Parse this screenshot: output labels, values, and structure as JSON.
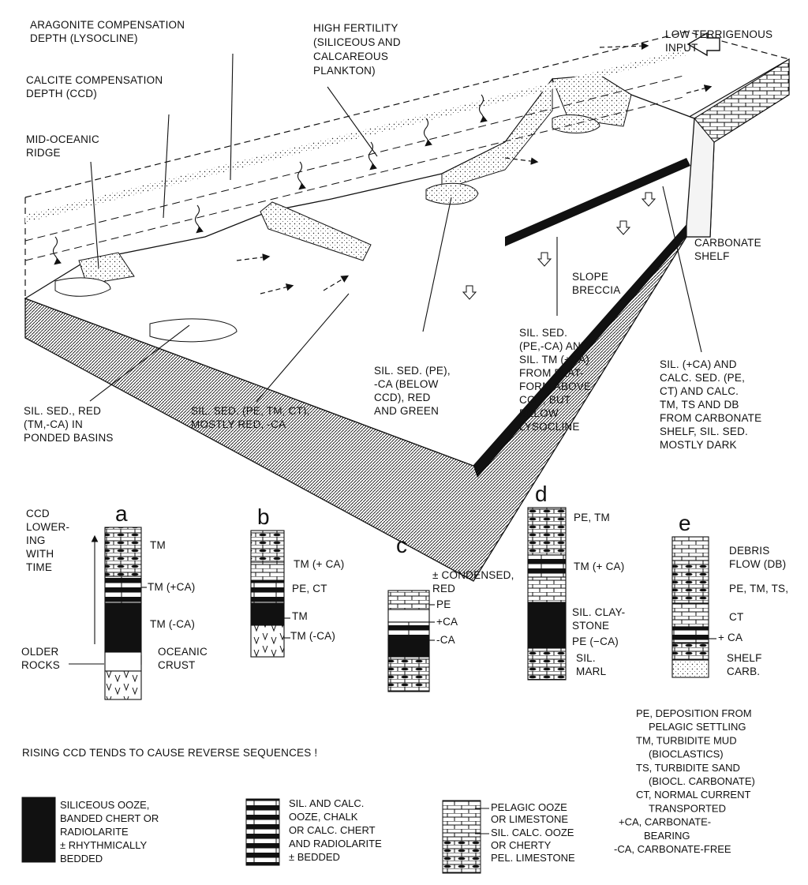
{
  "block_labels": {
    "aragonite": [
      "ARAGONITE COMPENSATION",
      "DEPTH (LYSOCLINE)"
    ],
    "calcite": [
      "CALCITE COMPENSATION",
      "DEPTH (CCD)"
    ],
    "ridge": [
      "MID-OCEANIC",
      "RIDGE"
    ],
    "fertility": [
      "HIGH FERTILITY",
      "(SILICEOUS AND",
      "CALCAREOUS",
      "PLANKTON)"
    ],
    "terrigenous": [
      "LOW TERRIGENOUS",
      "INPUT"
    ],
    "shelf": [
      "CARBONATE",
      "SHELF"
    ],
    "breccia": [
      "SLOPE",
      "BRECCIA"
    ]
  },
  "site_captions": {
    "a": [
      "SIL. SED., RED",
      "(TM,-CA) IN",
      "PONDED BASINS"
    ],
    "b": [
      "SIL. SED. (PE, TM, CT),",
      "MOSTLY RED, -CA"
    ],
    "c": [
      "SIL. SED. (PE),",
      "-CA (BELOW",
      "CCD), RED",
      "AND GREEN"
    ],
    "d": [
      "SIL. SED.",
      "(PE,-CA) AND",
      "SIL. TM (+CA)",
      "FROM PLAT-",
      "FORM ABOVE",
      "CCD, BUT",
      "BELOW",
      "LYSOCLINE"
    ],
    "e": [
      "SIL. (+CA) AND",
      "CALC. SED. (PE,",
      "CT) AND CALC.",
      "TM, TS AND DB",
      "FROM CARBONATE",
      "SHELF, SIL. SED.",
      "MOSTLY DARK"
    ]
  },
  "column_letters": {
    "a": "a",
    "b": "b",
    "c": "c",
    "d": "d",
    "e": "e"
  },
  "column_a": {
    "ccd": [
      "CCD",
      "LOWER-",
      "ING",
      "WITH",
      "TIME"
    ],
    "tm": "TM",
    "tm_plus": "TM (+CA)",
    "tm_minus": "TM (-CA)",
    "older": [
      "OLDER",
      "ROCKS"
    ],
    "crust": [
      "OCEANIC",
      "CRUST"
    ]
  },
  "column_b": {
    "tm_plus": "TM (+ CA)",
    "pe_ct": "PE, CT",
    "tm": "TM",
    "tm_minus": "TM (-CA)"
  },
  "column_c": {
    "condensed": [
      "± CONDENSED,",
      "RED"
    ],
    "pe": "PE",
    "plus": "+CA",
    "minus": "-CA"
  },
  "column_d": {
    "pe_tm": "PE, TM",
    "tm_plus": "TM (+ CA)",
    "clay": [
      "SIL. CLAY-",
      "STONE"
    ],
    "pe_minus": "PE (−CA)",
    "marl": [
      "SIL.",
      "MARL"
    ]
  },
  "column_e": {
    "debris": [
      "DEBRIS",
      "FLOW (DB)"
    ],
    "pe_tm_ts": "PE, TM, TS,",
    "ct": "CT",
    "plus": "+ CA",
    "shelf": [
      "SHELF",
      "CARB."
    ]
  },
  "rising_note": "RISING CCD TENDS TO CAUSE REVERSE SEQUENCES !",
  "legend": {
    "siliceous": [
      "SILICEOUS OOZE,",
      "BANDED CHERT OR",
      "RADIOLARITE",
      "± RHYTHMICALLY",
      "BEDDED"
    ],
    "silcalc": [
      "SIL. AND CALC.",
      "OOZE, CHALK",
      "OR CALC. CHERT",
      "AND RADIOLARITE",
      "± BEDDED"
    ],
    "pelagic": [
      "PELAGIC OOZE",
      "OR LIMESTONE"
    ],
    "silcalcooze": [
      "SIL. CALC. OOZE",
      "OR CHERTY",
      "PEL. LIMESTONE"
    ]
  },
  "abbreviations": [
    "PE, DEPOSITION FROM",
    "PELAGIC SETTLING",
    "TM, TURBIDITE MUD",
    "(BIOCLASTICS)",
    "TS, TURBIDITE SAND",
    "(BIOCL. CARBONATE)",
    "CT, NORMAL CURRENT",
    "TRANSPORTED",
    "+CA, CARBONATE-",
    "BEARING",
    "-CA, CARBONATE-FREE"
  ]
}
